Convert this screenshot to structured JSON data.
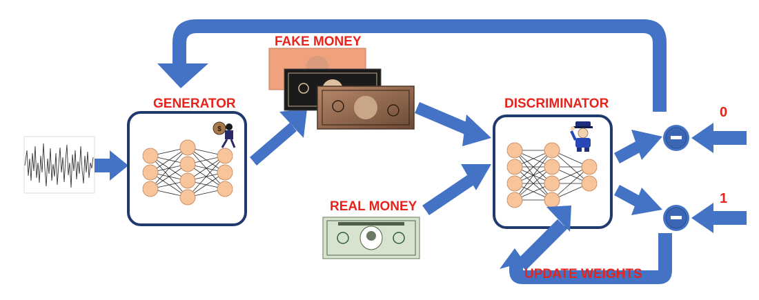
{
  "labels": {
    "generator": "GENERATOR",
    "discriminator": "DISCRIMINATOR",
    "fake_money": "FAKE MONEY",
    "real_money": "REAL MONEY",
    "update_weights": "UPDATE WEIGHTS",
    "target_fake": "0",
    "target_real": "1"
  },
  "networks": {
    "generator_layers": [
      3,
      4,
      3
    ],
    "discriminator_layers": [
      4,
      4,
      2
    ]
  },
  "colors": {
    "arrow": "#4472c4",
    "label": "#e8231b",
    "box_border": "#1f3a6e",
    "neuron_fill": "#f8c49a",
    "neuron_stroke": "#c8906a",
    "bill_fake": "#f0a27e",
    "bill_real": "#d8e3cf"
  },
  "icons": [
    "noise-signal-icon",
    "thief-icon",
    "police-officer-icon",
    "dollar-bill-icon",
    "minus-icon"
  ]
}
